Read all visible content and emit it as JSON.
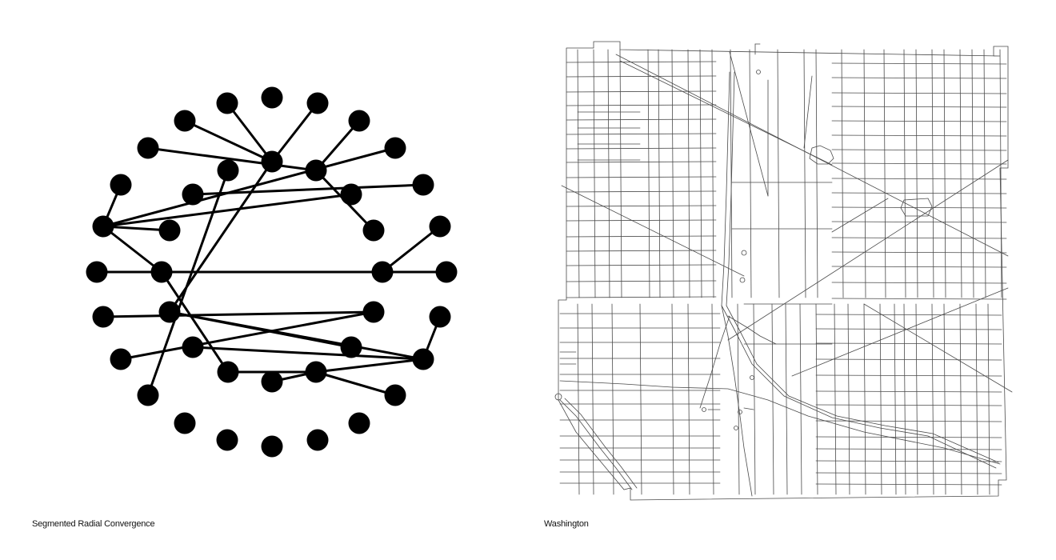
{
  "figures": {
    "left": {
      "caption": "Segmented Radial Convergence"
    },
    "right": {
      "caption": "Washington"
    }
  },
  "colors": {
    "ink": "#000000",
    "map_line": "#4a4a4a",
    "background": "#ffffff"
  },
  "graph": {
    "nodes": [
      "n0",
      "n1",
      "n2",
      "n3",
      "n4",
      "n5",
      "n6",
      "n7",
      "n8",
      "n9",
      "n10",
      "n11",
      "n12",
      "n13",
      "n14",
      "n15",
      "n16",
      "n17",
      "n18",
      "n19",
      "n20",
      "n21",
      "n22",
      "n23",
      "n24",
      "n25",
      "n26",
      "n27",
      "n28",
      "n29",
      "n30",
      "n31",
      "n32",
      "n33",
      "n34",
      "n35",
      "n36",
      "n37",
      "n38",
      "n39"
    ],
    "edges": [
      [
        "n3",
        "n8"
      ],
      [
        "n2",
        "n8"
      ],
      [
        "n1",
        "n8"
      ],
      [
        "n8",
        "n24"
      ],
      [
        "n4",
        "n9"
      ],
      [
        "n5",
        "n9"
      ],
      [
        "n9",
        "n16"
      ],
      [
        "n10",
        "n30"
      ],
      [
        "n11",
        "n12"
      ],
      [
        "n6",
        "n14"
      ],
      [
        "n7",
        "n14"
      ],
      [
        "n13",
        "n14"
      ],
      [
        "n15",
        "n14"
      ],
      [
        "n14",
        "n18"
      ],
      [
        "n18",
        "n31"
      ],
      [
        "n17",
        "n20"
      ],
      [
        "n19",
        "n20"
      ],
      [
        "n21",
        "n20"
      ],
      [
        "n22",
        "n23"
      ],
      [
        "n23",
        "n26"
      ],
      [
        "n24",
        "n29"
      ],
      [
        "n24",
        "n28"
      ],
      [
        "n25",
        "n29"
      ],
      [
        "n27",
        "n29"
      ],
      [
        "n29",
        "n33"
      ],
      [
        "n31",
        "n33"
      ],
      [
        "n32",
        "n33"
      ],
      [
        "n33",
        "n34"
      ]
    ]
  }
}
